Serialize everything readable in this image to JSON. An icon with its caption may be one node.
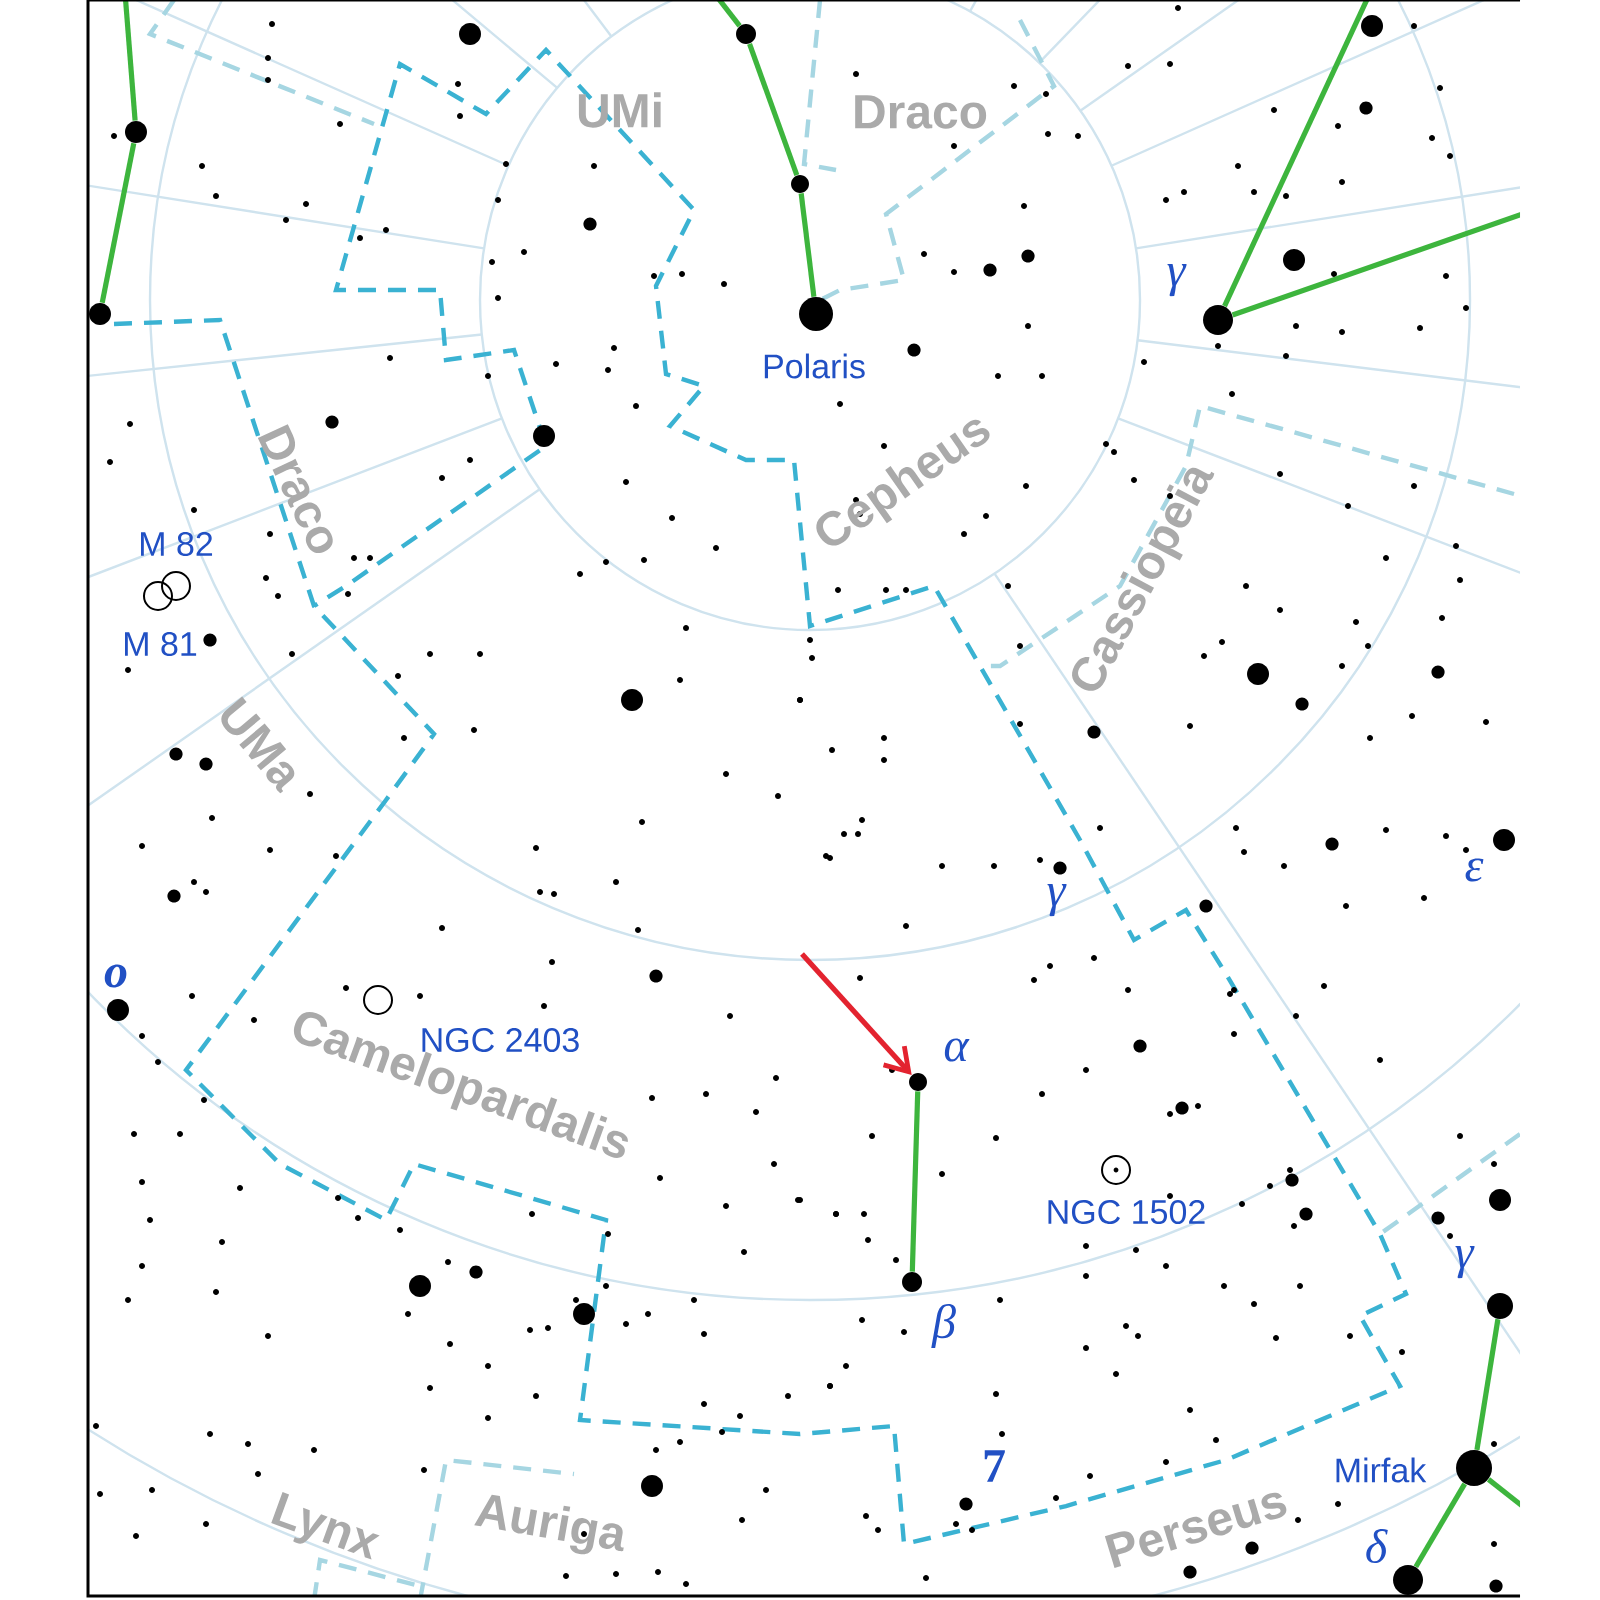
{
  "diagram": {
    "nodes": [
      {
        "text": [],
        "shape": "circle"
      },
      {
        "text": [],
        "shape": "circle"
      },
      {
        "text": [],
        "shape": "circle"
      },
      {
        "text": [],
        "shape": "circle"
      },
      {
        "text": [],
        "shape": "circle",
        "beside": [
          "Polaris"
        ]
      },
      {
        "text": [],
        "shape": "circle",
        "beside": [
          "γ"
        ]
      },
      {
        "text": [],
        "shape": "circle",
        "beside": [
          "α"
        ]
      },
      {
        "text": [],
        "shape": "circle",
        "beside": [
          "β"
        ]
      },
      {
        "text": [],
        "shape": "circle",
        "beside": [
          "γ"
        ]
      },
      {
        "text": [],
        "shape": "circle",
        "beside": [
          "Mirfak"
        ]
      },
      {
        "text": [],
        "shape": "circle",
        "beside": [
          "δ"
        ]
      }
    ],
    "edges": [
      {
        "from": null,
        "to": 0,
        "arrow": "none"
      },
      {
        "from": 0,
        "to": 1,
        "arrow": "none"
      },
      {
        "from": null,
        "to": 2,
        "arrow": "none"
      },
      {
        "from": 2,
        "to": 3,
        "arrow": "none"
      },
      {
        "from": 3,
        "to": 4,
        "arrow": "none"
      },
      {
        "from": 5,
        "to": null,
        "arrow": "none"
      },
      {
        "from": 5,
        "to": null,
        "arrow": "none"
      },
      {
        "from": null,
        "to": 6,
        "arrow": "to",
        "color": "#e3232f"
      },
      {
        "from": 6,
        "to": 7,
        "arrow": "none"
      },
      {
        "from": 8,
        "to": 9,
        "arrow": "none"
      },
      {
        "from": 9,
        "to": 10,
        "arrow": "none"
      },
      {
        "from": 9,
        "to": null,
        "arrow": "none"
      }
    ],
    "labels": [
      "UMi",
      "Draco",
      "Draco",
      "Cepheus",
      "M 82",
      "Cassiopeia",
      "M 81",
      "UMa",
      "ε",
      "γ",
      "ο",
      "NGC 2403",
      "Camelopardalis",
      "NGC 1502",
      "7",
      "Lynx",
      "Auriga",
      "Perseus"
    ]
  }
}
